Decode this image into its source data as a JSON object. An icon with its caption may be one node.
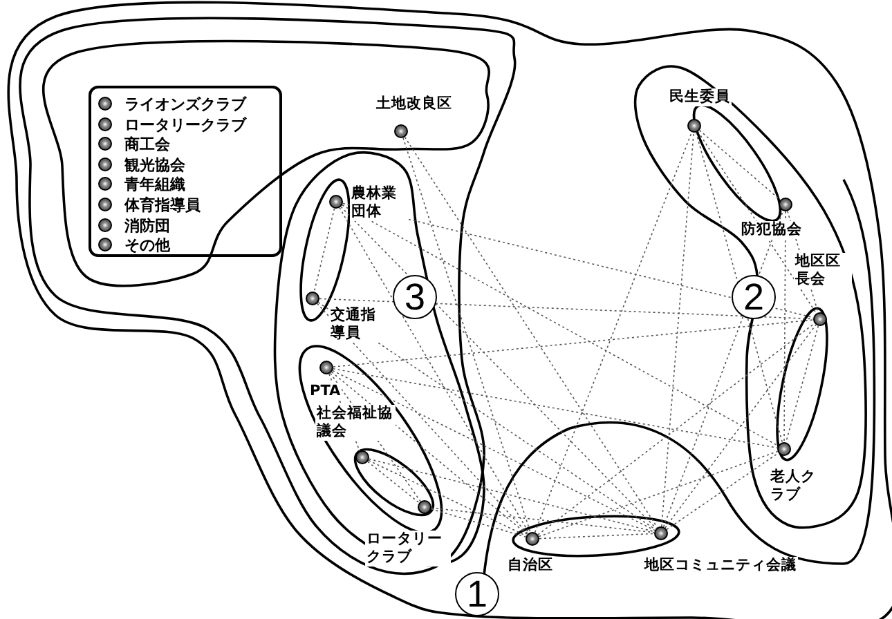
{
  "diagram": {
    "nodes": [
      {
        "text": [],
        "shape": "circle",
        "beside": [
          "土地改良区"
        ]
      },
      {
        "text": [],
        "shape": "circle",
        "beside": [
          "農林業団体"
        ]
      },
      {
        "text": [],
        "shape": "circle",
        "beside": [
          "交通指導員"
        ]
      },
      {
        "text": [],
        "shape": "circle",
        "beside": [
          "PTA"
        ]
      },
      {
        "text": [],
        "shape": "circle",
        "beside": [
          "社会福祉協議会"
        ]
      },
      {
        "text": [],
        "shape": "circle",
        "beside": [
          "ロータリークラブ"
        ]
      },
      {
        "text": [],
        "shape": "circle",
        "beside": [
          "自治区"
        ]
      },
      {
        "text": [],
        "shape": "circle",
        "beside": [
          "地区コミュニティ会議"
        ]
      },
      {
        "text": [],
        "shape": "circle",
        "beside": [
          "民生委員"
        ]
      },
      {
        "text": [],
        "shape": "circle",
        "beside": [
          "防犯協会"
        ]
      },
      {
        "text": [],
        "shape": "circle",
        "beside": [
          "地区区長会"
        ]
      },
      {
        "text": [],
        "shape": "circle",
        "beside": [
          "老人クラブ"
        ]
      },
      {
        "text": [
          "ライオンズクラブ",
          "ロータリークラブ",
          "商工会",
          "観光協会",
          "青年組織",
          "体育指導員",
          "消防団",
          "その他"
        ]
      }
    ],
    "edges": [
      {
        "from": 0,
        "to": 6,
        "arrow": "none"
      },
      {
        "from": 0,
        "to": 7,
        "arrow": "none"
      },
      {
        "from": 1,
        "to": 2,
        "arrow": "none"
      },
      {
        "from": 1,
        "to": 6,
        "arrow": "none"
      },
      {
        "from": 1,
        "to": 7,
        "arrow": "none"
      },
      {
        "from": 1,
        "to": 10,
        "arrow": "none"
      },
      {
        "from": 1,
        "to": 11,
        "arrow": "none"
      },
      {
        "from": 2,
        "to": 6,
        "arrow": "none"
      },
      {
        "from": 2,
        "to": 7,
        "arrow": "none"
      },
      {
        "from": 2,
        "to": 10,
        "arrow": "none"
      },
      {
        "from": 3,
        "to": 4,
        "arrow": "none"
      },
      {
        "from": 3,
        "to": 5,
        "arrow": "none"
      },
      {
        "from": 3,
        "to": 6,
        "arrow": "none"
      },
      {
        "from": 3,
        "to": 7,
        "arrow": "none"
      },
      {
        "from": 3,
        "to": 10,
        "arrow": "none"
      },
      {
        "from": 3,
        "to": 11,
        "arrow": "none"
      },
      {
        "from": 4,
        "to": 5,
        "arrow": "none"
      },
      {
        "from": 4,
        "to": 6,
        "arrow": "none"
      },
      {
        "from": 4,
        "to": 7,
        "arrow": "none"
      },
      {
        "from": 5,
        "to": 6,
        "arrow": "none"
      },
      {
        "from": 5,
        "to": 7,
        "arrow": "none"
      },
      {
        "from": 6,
        "to": 7,
        "arrow": "none"
      },
      {
        "from": 6,
        "to": 8,
        "arrow": "none"
      },
      {
        "from": 6,
        "to": 10,
        "arrow": "none"
      },
      {
        "from": 6,
        "to": 11,
        "arrow": "none"
      },
      {
        "from": 7,
        "to": 8,
        "arrow": "none"
      },
      {
        "from": 7,
        "to": 9,
        "arrow": "none"
      },
      {
        "from": 7,
        "to": 10,
        "arrow": "none"
      },
      {
        "from": 7,
        "to": 11,
        "arrow": "none"
      },
      {
        "from": 8,
        "to": 9,
        "arrow": "none"
      },
      {
        "from": 8,
        "to": 10,
        "arrow": "none"
      },
      {
        "from": 8,
        "to": 11,
        "arrow": "none"
      },
      {
        "from": 9,
        "to": 10,
        "arrow": "none"
      },
      {
        "from": 9,
        "to": 11,
        "arrow": "none"
      },
      {
        "from": 10,
        "to": 11,
        "arrow": "none"
      }
    ],
    "labels": [
      "3",
      "2",
      "1"
    ]
  }
}
